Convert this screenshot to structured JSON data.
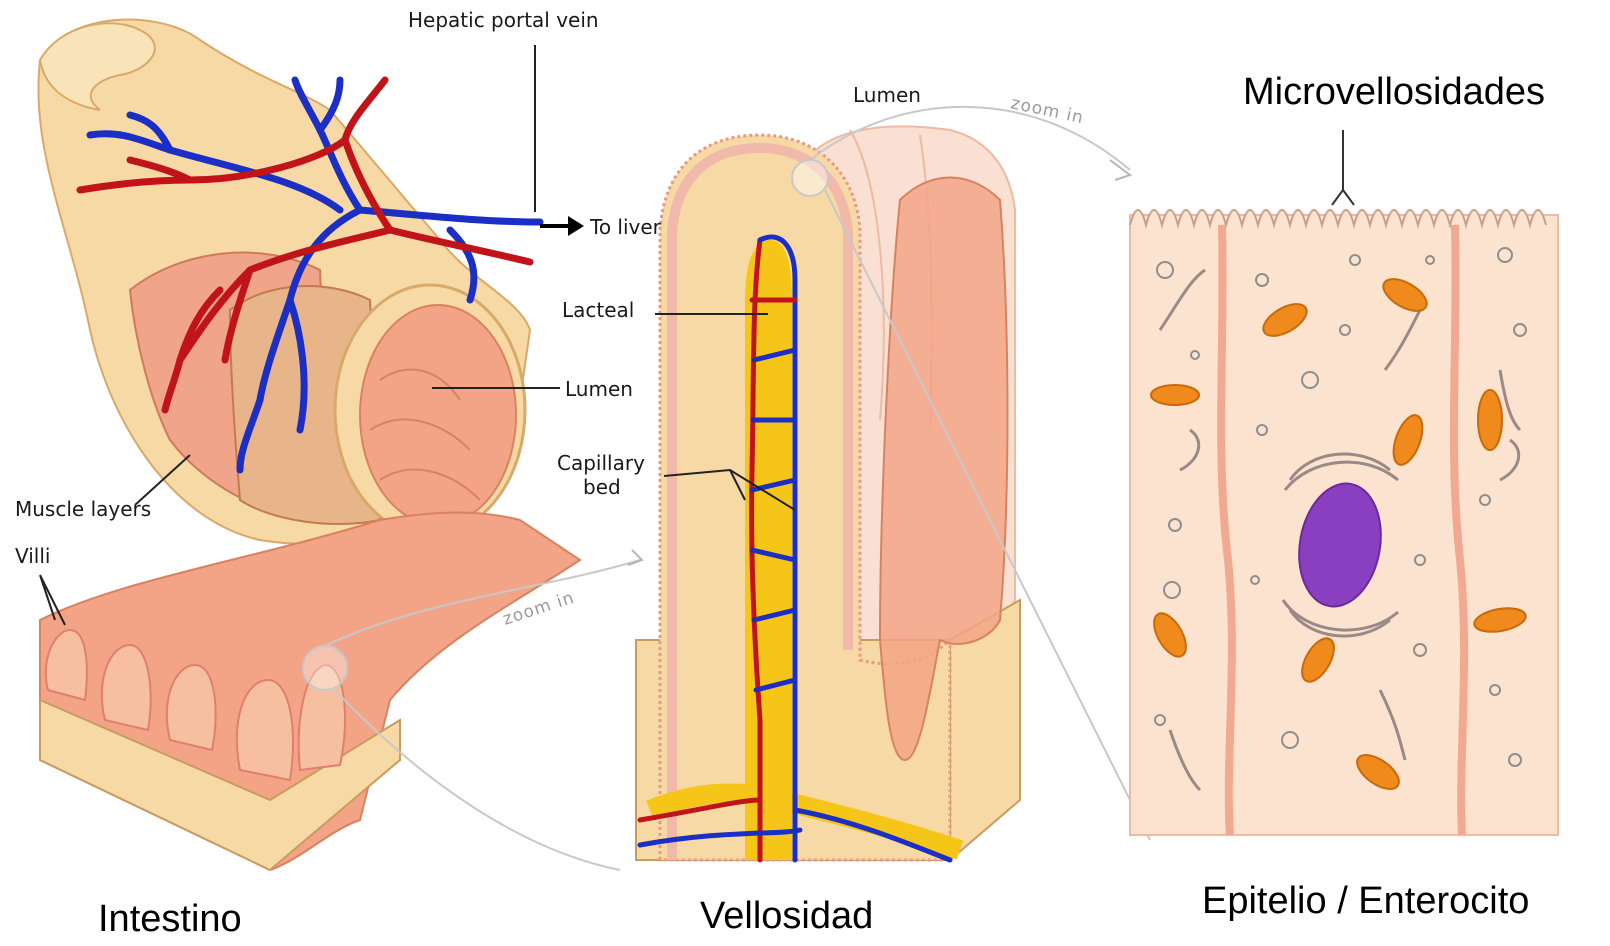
{
  "labels": {
    "hepatic_portal_vein": "Hepatic portal vein",
    "to_liver": "To liver",
    "lumen_top": "Lumen",
    "zoom_in_top": "zoom in",
    "lacteal": "Lacteal",
    "lumen_intestine": "Lumen",
    "capillary_bed_line1": "Capillary",
    "capillary_bed_line2": "bed",
    "muscle_layers": "Muscle layers",
    "villi": "Villi",
    "zoom_in_bottom": "zoom in",
    "microvellosidades": "Microvellosidades"
  },
  "captions": {
    "intestino": "Intestino",
    "vellosidad": "Vellosidad",
    "epitelio": "Epitelio / Enterocito"
  },
  "colors": {
    "artery": "#c0141a",
    "vein": "#1b2fc4",
    "intestine_outer": "#f6d9a4",
    "muscle": "#f0a58a",
    "lumen": "#f3a487",
    "lacteal": "#f5c518",
    "cell_fill": "#fbe3cf",
    "nucleus": "#8a3fc0",
    "mitochondria": "#f08a1c"
  }
}
